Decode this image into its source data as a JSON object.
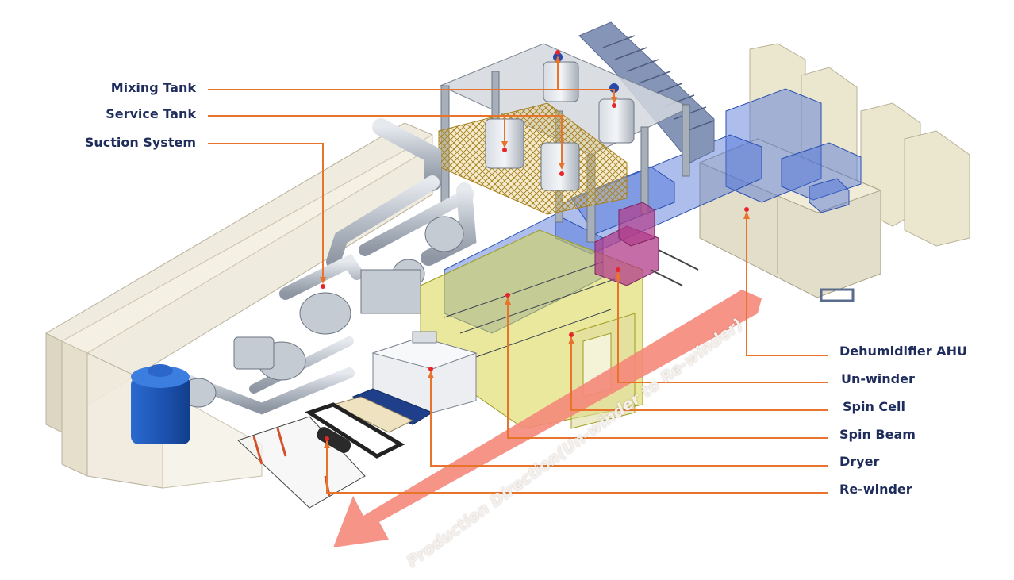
{
  "labels_left": [
    {
      "id": "mixing-tank",
      "text": "Mixing Tank"
    },
    {
      "id": "service-tank",
      "text": "Service Tank"
    },
    {
      "id": "suction-system",
      "text": "Suction System"
    }
  ],
  "labels_right": [
    {
      "id": "dehumidifier-ahu",
      "text": "Dehumidifier AHU"
    },
    {
      "id": "un-winder",
      "text": "Un-winder"
    },
    {
      "id": "spin-cell",
      "text": "Spin Cell"
    },
    {
      "id": "spin-beam",
      "text": "Spin Beam"
    },
    {
      "id": "dryer",
      "text": "Dryer"
    },
    {
      "id": "re-winder",
      "text": "Re-winder"
    }
  ],
  "production_direction": "Production Direction(Un-winder to Re-winder)",
  "colors": {
    "label_text": "#1f2d5c",
    "leader_line": "#e8742c",
    "marker_dot": "#e8262a",
    "arrow_fill": "#f4887a",
    "building_wall": "#ece7d8",
    "building_outline": "#b9b19c",
    "duct_blue": "#4a6fd8",
    "spin_cell_yellow": "#d8d64a",
    "tank_blue": "#1f5fc0",
    "mesh_gold": "#c9a23a",
    "frame_gray": "#9aa3ad",
    "ahu_box": "#e2dec9",
    "un_winder_magenta": "#b03c8a"
  }
}
